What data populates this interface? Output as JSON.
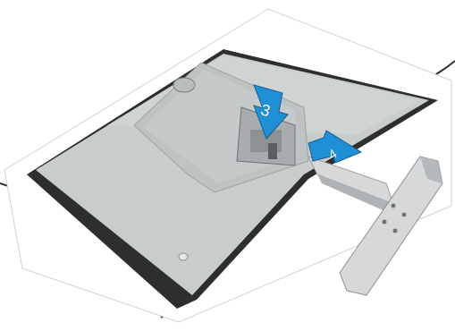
{
  "illustration": {
    "steps": [
      {
        "number": "3",
        "action": "press-down",
        "color": "#1f8fd6"
      },
      {
        "number": "4",
        "action": "slide-stand-in",
        "color": "#1f8fd6"
      }
    ]
  },
  "colors": {
    "background": "#ffffff",
    "mat": "#ffffff",
    "monitor_back": "#c9cccd",
    "monitor_edge": "#2c2e30",
    "stand": "#d6d8d9",
    "accent": "#1f8fd6"
  },
  "icons": [
    "arrow-down-icon",
    "arrow-right-icon"
  ]
}
